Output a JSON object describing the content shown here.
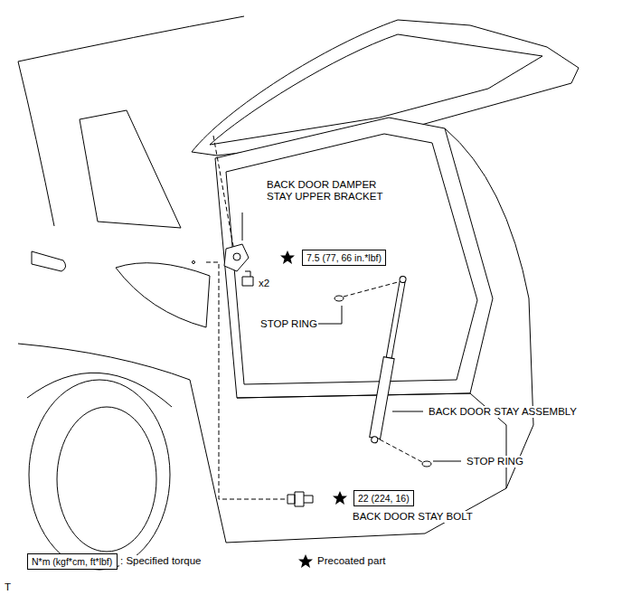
{
  "diagram": {
    "nodes": [
      {
        "text": [
          "7.5 (77, 66 in.*lbf)"
        ]
      },
      {
        "text": [
          "22 (224, 16)"
        ]
      },
      {
        "text": [
          "N*m (kgf*cm, ft*lbf)"
        ]
      }
    ],
    "labels": [
      "BACK DOOR DAMPER STAY UPPER BRACKET",
      "x2",
      "STOP RING",
      "BACK DOOR STAY ASSEMBLY",
      "STOP RING",
      "BACK DOOR STAY BOLT",
      "T"
    ],
    "legend": [
      {
        "text": ": Specified torque"
      },
      {
        "text": "Precoated part"
      }
    ]
  }
}
